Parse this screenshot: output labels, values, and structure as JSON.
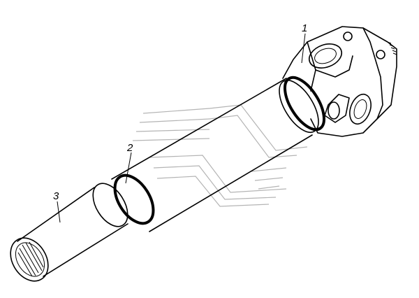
{
  "callouts": [
    {
      "id": "1",
      "label": "1"
    },
    {
      "id": "2",
      "label": "2"
    },
    {
      "id": "3",
      "label": "3"
    }
  ],
  "colors": {
    "line": "#000000",
    "watermark": "#b4b4b4",
    "background": "#ffffff"
  }
}
